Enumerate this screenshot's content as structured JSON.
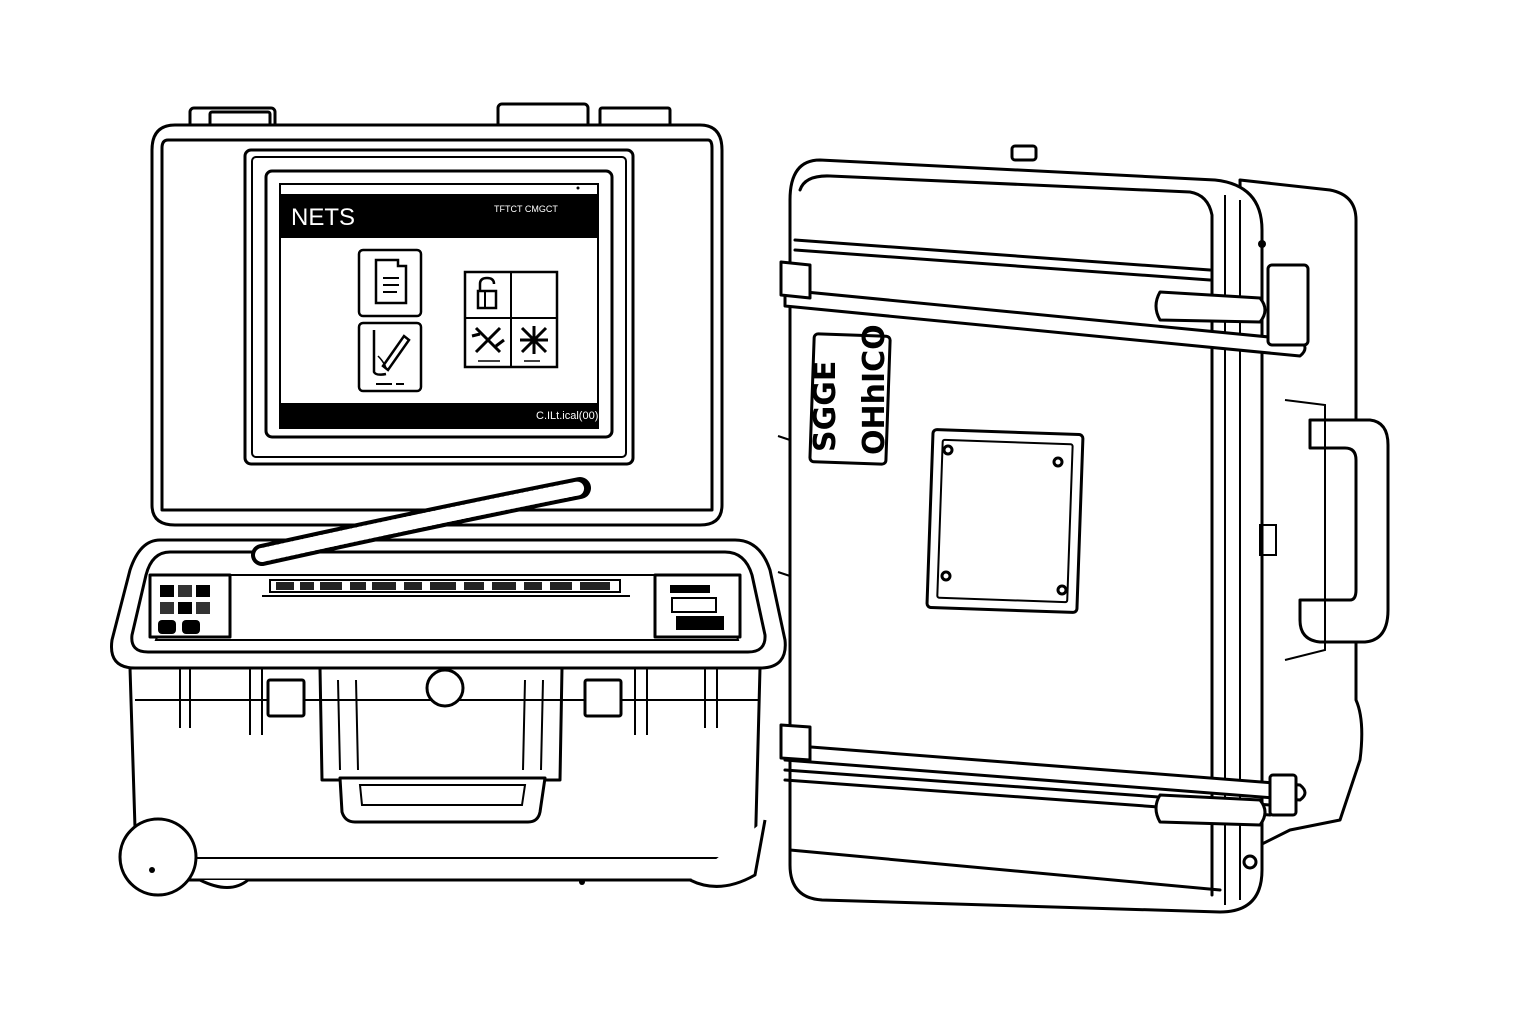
{
  "illustration": {
    "style": "black-and-white line drawing",
    "subject": "two rugged hard cases, one open with built-in display and one closed standing upright"
  },
  "open_case": {
    "screen": {
      "title": "NETS",
      "header_text": "TFTCT CMGCT",
      "footer_text": "C.ILt.ical(00)",
      "tiles": [
        {
          "icon": "document-icon"
        },
        {
          "icon": "pen-signature-icon"
        },
        {
          "icon": "lock-icon"
        },
        {
          "icon": "blank-tile"
        },
        {
          "icon": "tools-icon"
        },
        {
          "icon": "tools-icon"
        }
      ]
    }
  },
  "closed_case": {
    "label_line1": "SGGE",
    "label_line2": "OHhICO"
  }
}
